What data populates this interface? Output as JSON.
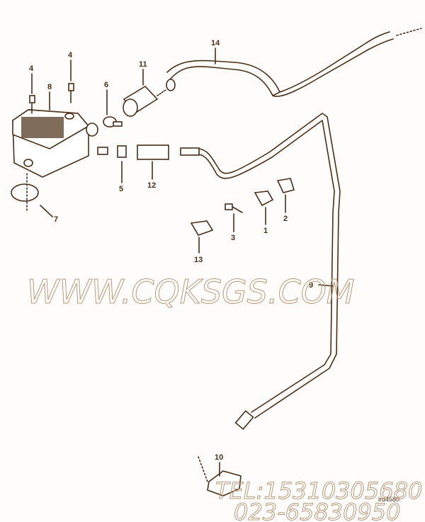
{
  "diagram": {
    "callouts": [
      "14",
      "11",
      "4",
      "4",
      "8",
      "6",
      "5",
      "12",
      "7",
      "13",
      "3",
      "1",
      "2",
      "9",
      "10"
    ],
    "drawing_ref": "lrd4580",
    "line_color": "#4a2e16"
  },
  "watermark": {
    "site": "WWW.CQKSGS.COM",
    "tel": "TEL:15310305680",
    "phone": "023-65830950",
    "color": "#b89a7a"
  }
}
